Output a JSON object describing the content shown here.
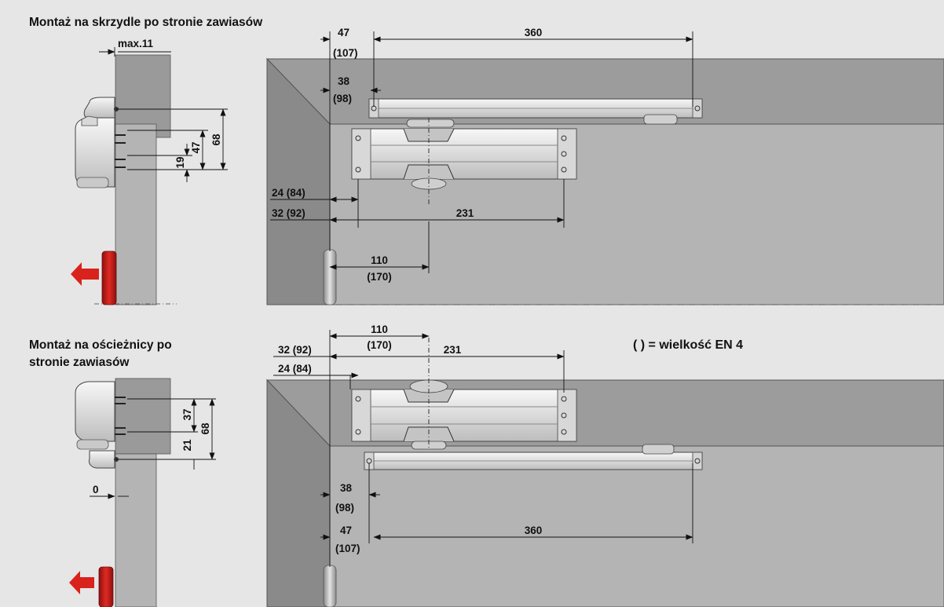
{
  "titles": {
    "top": "Montaż na skrzydle po stronie zawiasów",
    "bottom_line1": "Montaż na ościeżnicy po",
    "bottom_line2": "stronie zawiasów"
  },
  "note": "( ) = wielkość EN 4",
  "top_left": {
    "max11": "max.11",
    "d68": "68",
    "d47": "47",
    "d19": "19"
  },
  "top_main": {
    "d47": "47",
    "d107": "(107)",
    "d360": "360",
    "d38": "38",
    "d98": "(98)",
    "d24": "24 (84)",
    "d32": "32 (92)",
    "d231": "231",
    "d110": "110",
    "d170": "(170)"
  },
  "bottom_left": {
    "d37": "37",
    "d68": "68",
    "d21": "21",
    "d0": "0"
  },
  "bottom_main": {
    "d110": "110",
    "d170": "(170)",
    "d32": "32 (92)",
    "d24": "24 (84)",
    "d231": "231",
    "d38": "38",
    "d98": "(98)",
    "d47": "47",
    "d107": "(107)",
    "d360": "360"
  },
  "colors": {
    "background": "#e6e6e6",
    "frame": "#9c9c9c",
    "door": "#b4b4b4",
    "arrow": "#d9221c",
    "hinge": "#c21a1a"
  }
}
